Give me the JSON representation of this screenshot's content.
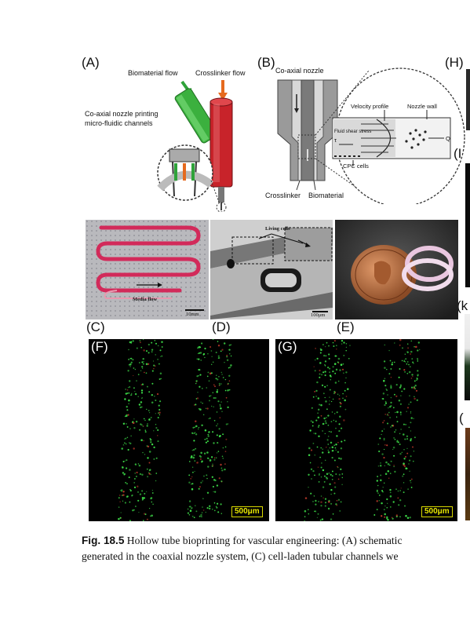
{
  "panels": {
    "A": {
      "label": "(A)",
      "biomaterial_flow": "Biomaterial flow",
      "crosslinker_flow": "Crosslinker flow",
      "desc_line1": "Co-axial nozzle printing",
      "desc_line2": "micro-fluidic channels"
    },
    "B": {
      "label": "(B)",
      "title": "Co-axial nozzle",
      "crosslinker": "Crosslinker",
      "biomaterial": "Biomaterial",
      "velocity_profile": "Velocity profile",
      "nozzle_wall": "Nozzle wall",
      "fluid_shear": "Fluid shear stress",
      "tau": "τ",
      "q": "Q",
      "cpc_cells": "CPC cells"
    },
    "C": {
      "label": "(C)",
      "media_flow": "Media flow",
      "scale": "10mm"
    },
    "D": {
      "label": "(D)",
      "living_cells": "Living cells",
      "scale": "100μm"
    },
    "E": {
      "label": "(E)"
    },
    "F": {
      "label": "(F)",
      "scale": "500μm"
    },
    "G": {
      "label": "(G)",
      "scale": "500μm"
    },
    "H": {
      "label": "(H)"
    },
    "I": {
      "label": "(I"
    },
    "K": {
      "label": "(k"
    },
    "L": {
      "label": "("
    }
  },
  "caption": {
    "fig_label": "Fig. 18.5",
    "line1": " Hollow tube bioprinting for vascular engineering: (A) schematic",
    "line2": "generated in the coaxial nozzle system, (C) cell-laden tubular channels we"
  }
}
